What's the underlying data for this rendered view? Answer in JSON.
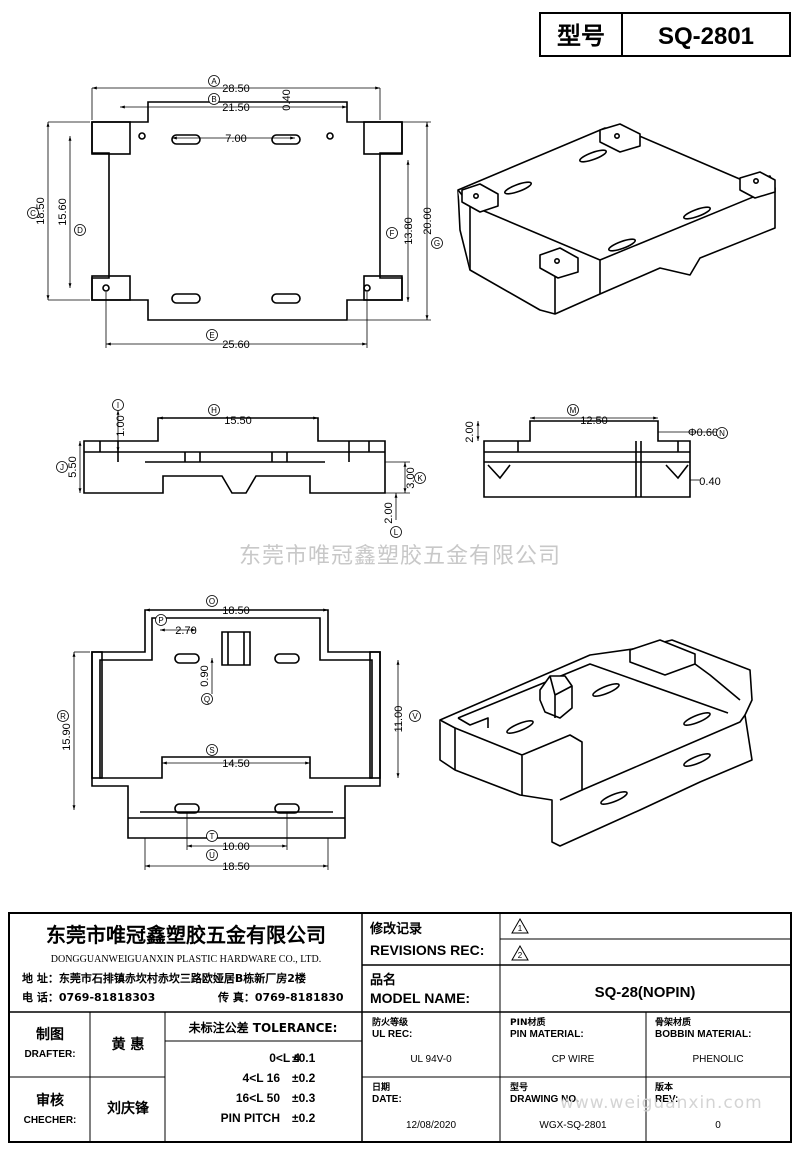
{
  "header": {
    "model_label": "型号",
    "model_value": "SQ-2801"
  },
  "watermark": "东莞市唯冠鑫塑胶五金有限公司",
  "watermark_url": "www.weiguanxin.com",
  "dimensions": {
    "top_view": {
      "A": "28.50",
      "B": "21.50",
      "c1": "0.40",
      "c2": "7.00",
      "C": "18.50",
      "D": "15.60",
      "E": "25.60",
      "F": "13.80",
      "G": "20.00"
    },
    "side_view": {
      "H": "15.50",
      "I": "1.00",
      "J": "5.50",
      "K": "3.00",
      "L": "2.00"
    },
    "end_view": {
      "M": "12.50",
      "N": "Φ0.60",
      "d1": "2.00",
      "d2": "0.40"
    },
    "bottom_view": {
      "O": "18.50",
      "P": "2.70",
      "Q": "0.90",
      "R": "15.90",
      "S": "14.50",
      "T": "10.00",
      "U": "18.50",
      "V": "11.00"
    }
  },
  "callouts": [
    "A",
    "B",
    "C",
    "D",
    "E",
    "F",
    "G",
    "H",
    "I",
    "J",
    "K",
    "L",
    "M",
    "N",
    "O",
    "P",
    "Q",
    "R",
    "S",
    "T",
    "U",
    "V"
  ],
  "title_block": {
    "company_cn": "东莞市唯冠鑫塑胶五金有限公司",
    "company_en": "DONGGUANWEIGUANXIN PLASTIC HARDWARE CO., LTD.",
    "address": "地 址：东莞市石排镇赤坎村赤坎三路欧娅居B栋新厂房2楼",
    "phone": "电 话：0769-81818303",
    "fax": "传 真：0769-8181830",
    "revisions_cn": "修改记录",
    "revisions_en": "REVISIONS REC:",
    "rev1": "1",
    "rev2": "2",
    "model_name_cn": "品名",
    "model_name_en": "MODEL NAME:",
    "model_name_value": "SQ-28(NOPIN)",
    "drafter_cn": "制图",
    "drafter_en": "DRAFTER:",
    "drafter_name": "黄 惠",
    "checker_cn": "审核",
    "checker_en": "CHECHER:",
    "checker_name": "刘庆锋",
    "tolerance_title": "未标注公差 TOLERANCE:",
    "tolerances": [
      {
        "range": "0<L  4",
        "value": "±0.1"
      },
      {
        "range": "4<L  16",
        "value": "±0.2"
      },
      {
        "range": "16<L  50",
        "value": "±0.3"
      },
      {
        "range": "PIN PITCH",
        "value": "±0.2"
      }
    ],
    "ul_rec_cn": "防火等级",
    "ul_rec_en": "UL REC:",
    "ul_rec_value": "UL 94V-0",
    "pin_material_cn": "PIN材质",
    "pin_material_en": "PIN MATERIAL:",
    "pin_material_value": "CP WIRE",
    "bobbin_material_cn": "骨架材质",
    "bobbin_material_en": "BOBBIN MATERIAL:",
    "bobbin_material_value": "PHENOLIC",
    "date_cn": "日期",
    "date_en": "DATE:",
    "date_value": "12/08/2020",
    "drawing_no_cn": "型号",
    "drawing_no_en": "DRAWING NO.",
    "drawing_no_value": "WGX-SQ-2801",
    "rev_cn": "版本",
    "rev_en": "REV:",
    "rev_value": "0"
  }
}
